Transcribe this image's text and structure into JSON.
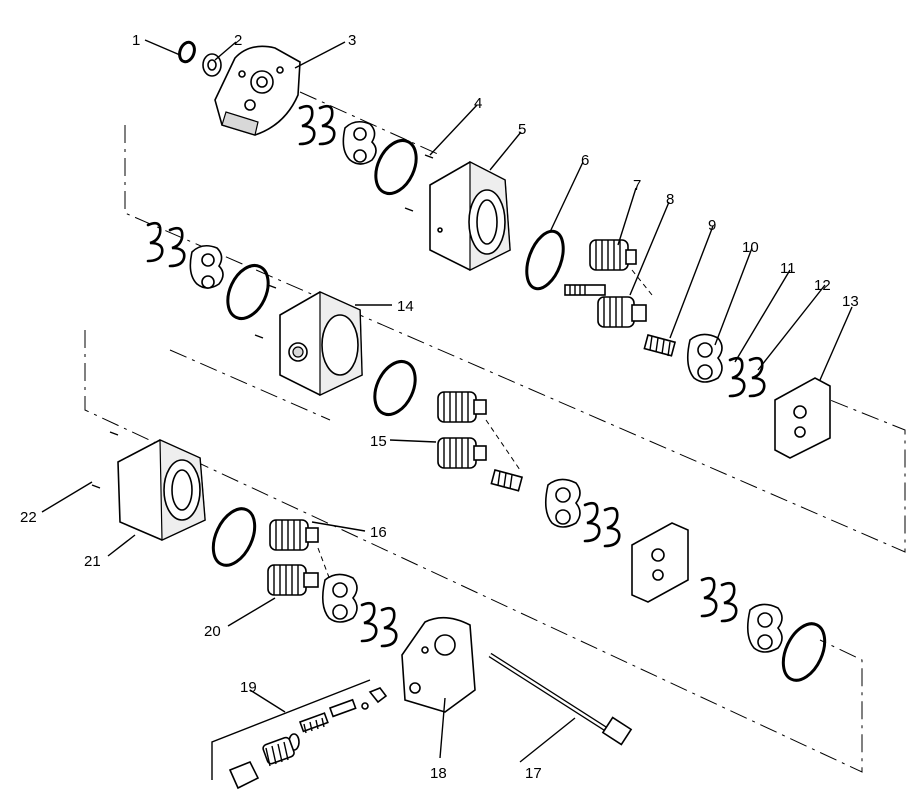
{
  "callouts": [
    {
      "id": "c1",
      "text": "1"
    },
    {
      "id": "c2",
      "text": "2"
    },
    {
      "id": "c3",
      "text": "3"
    },
    {
      "id": "c4",
      "text": "4"
    },
    {
      "id": "c5",
      "text": "5"
    },
    {
      "id": "c6",
      "text": "6"
    },
    {
      "id": "c7",
      "text": "7"
    },
    {
      "id": "c8",
      "text": "8"
    },
    {
      "id": "c9",
      "text": "9"
    },
    {
      "id": "c10",
      "text": "10"
    },
    {
      "id": "c11",
      "text": "11"
    },
    {
      "id": "c12",
      "text": "12"
    },
    {
      "id": "c13",
      "text": "13"
    },
    {
      "id": "c14",
      "text": "14"
    },
    {
      "id": "c15",
      "text": "15"
    },
    {
      "id": "c16",
      "text": "16"
    },
    {
      "id": "c17",
      "text": "17"
    },
    {
      "id": "c18",
      "text": "18"
    },
    {
      "id": "c19",
      "text": "19"
    },
    {
      "id": "c20",
      "text": "20"
    },
    {
      "id": "c21",
      "text": "21"
    },
    {
      "id": "c22",
      "text": "22"
    }
  ]
}
